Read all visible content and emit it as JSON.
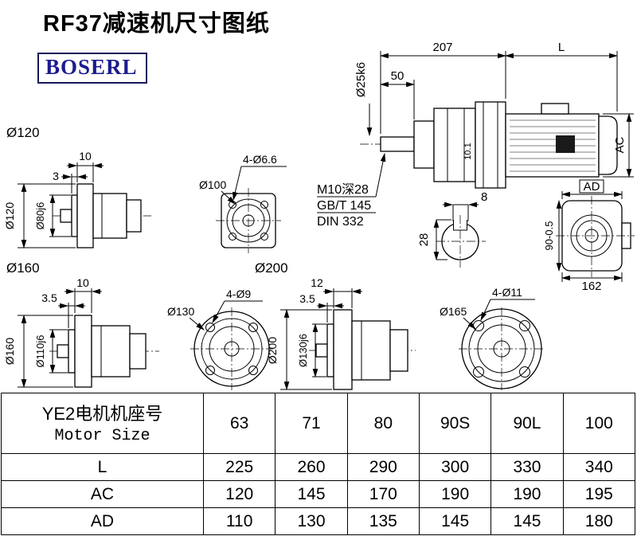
{
  "header": {
    "title": "RF37减速机尺寸图纸",
    "logo": "BOSERL"
  },
  "main_view": {
    "dim_207": "207",
    "dim_l": "L",
    "dim_50": "50",
    "shaft_dia": "Ø25k6",
    "dim_ac": "AC",
    "dim_10_1": "10.1",
    "tap_note": "M10深28",
    "std_gb": "GB/T 145",
    "std_din": "DIN 332",
    "key_width": "8",
    "key_depth": "28",
    "dim_ad": "AD",
    "dim_90": "90-0.5",
    "dim_162": "162"
  },
  "unit_120": {
    "label": "Ø120",
    "dim_10": "10",
    "dim_3": "3",
    "flange_od": "Ø120",
    "spigot": "Ø80j6",
    "pilot": "Ø100",
    "holes": "4-Ø6.6"
  },
  "unit_160": {
    "label": "Ø160",
    "dim_10": "10",
    "dim_3_5": "3.5",
    "flange_od": "Ø160",
    "spigot": "Ø110j6",
    "pilot": "Ø130",
    "holes": "4-Ø9"
  },
  "unit_200": {
    "label": "Ø200",
    "dim_12": "12",
    "dim_3_5": "3.5",
    "flange_od": "Ø200",
    "spigot": "Ø130j6",
    "pilot": "Ø165",
    "holes": "4-Ø11"
  },
  "table": {
    "header_cn": "YE2电机机座号",
    "header_en": "Motor Size",
    "sizes": [
      "63",
      "71",
      "80",
      "90S",
      "90L",
      "100"
    ],
    "rows": [
      {
        "label": "L",
        "values": [
          "225",
          "260",
          "290",
          "300",
          "330",
          "340"
        ]
      },
      {
        "label": "AC",
        "values": [
          "120",
          "145",
          "170",
          "190",
          "190",
          "195"
        ]
      },
      {
        "label": "AD",
        "values": [
          "110",
          "130",
          "135",
          "145",
          "145",
          "180"
        ]
      }
    ]
  }
}
